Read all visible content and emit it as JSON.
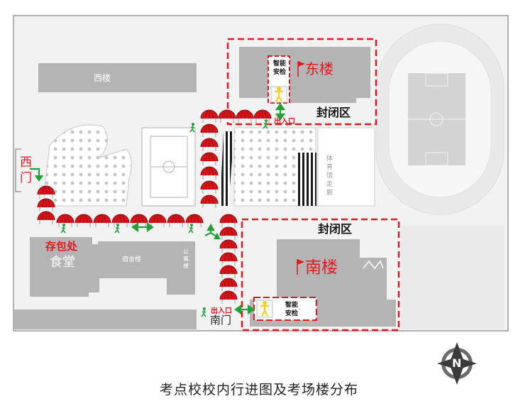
{
  "buildings": {
    "west": "西楼",
    "east": "东楼",
    "south": "南楼",
    "canteen": "食堂",
    "dorm": "宿舍楼",
    "apartment": "公寓楼",
    "gym_corridor": "体育馆走廊"
  },
  "gates": {
    "west": "西门",
    "south": "南门"
  },
  "zones": {
    "closed_east": "封闭区",
    "closed_south": "封闭区"
  },
  "checkpoints": {
    "east": "智能安检",
    "south": "智能安检"
  },
  "exits": {
    "east": "出入口",
    "south": "出入口"
  },
  "bag_storage": "存包处",
  "compass": "N",
  "caption": "考点校校内行进图及考场楼分布",
  "colors": {
    "building": "#b4b4b4",
    "accent_red": "#e0181f",
    "arrow_green": "#22a13a",
    "person_yellow": "#f2d21a"
  }
}
